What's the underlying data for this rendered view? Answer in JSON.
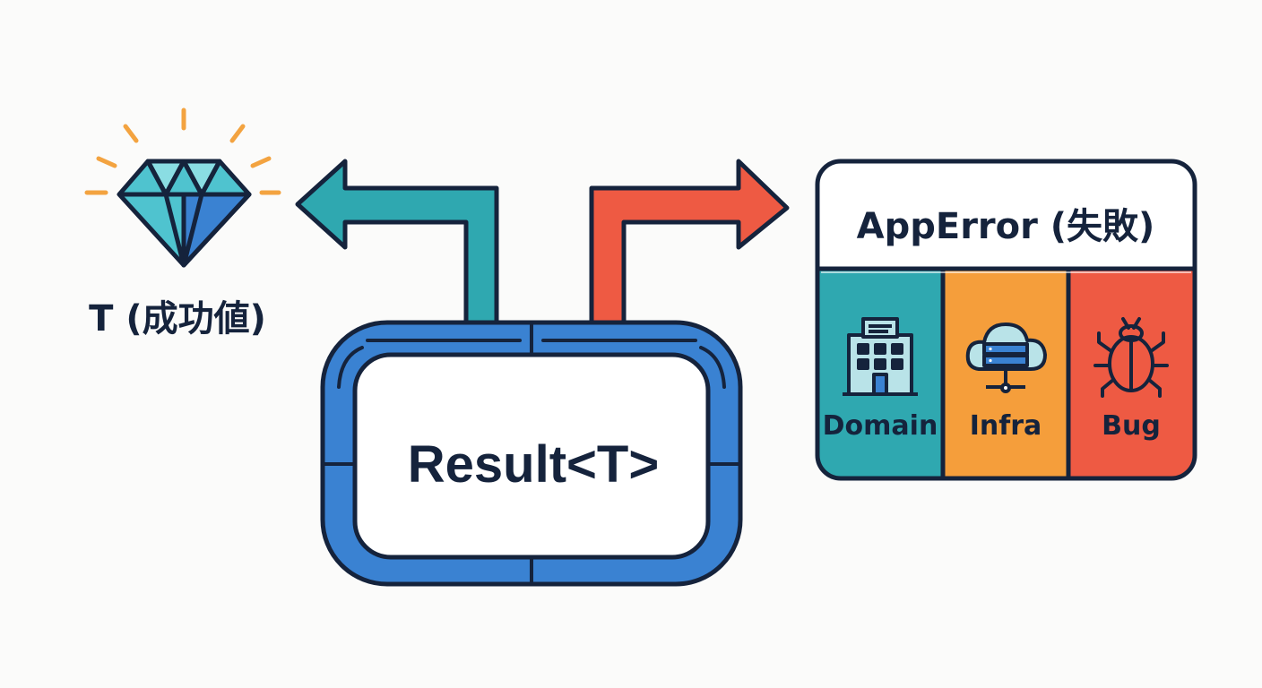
{
  "success": {
    "label": "T (成功値)",
    "icon": "diamond-icon"
  },
  "result": {
    "label": "Result<T>"
  },
  "error": {
    "title": "AppError (失敗)",
    "categories": [
      {
        "label": "Domain",
        "icon": "building-icon",
        "color": "#2fa8b0"
      },
      {
        "label": "Infra",
        "icon": "cloud-server-icon",
        "color": "#f59e3b"
      },
      {
        "label": "Bug",
        "icon": "bug-icon",
        "color": "#ee5a43"
      }
    ]
  },
  "colors": {
    "outline": "#15233c",
    "success_arrow": "#2fa8b0",
    "error_arrow": "#ee5a43",
    "result_frame": "#3a82d2",
    "diamond": "#4fc3cf",
    "sparkle": "#f3a340"
  }
}
